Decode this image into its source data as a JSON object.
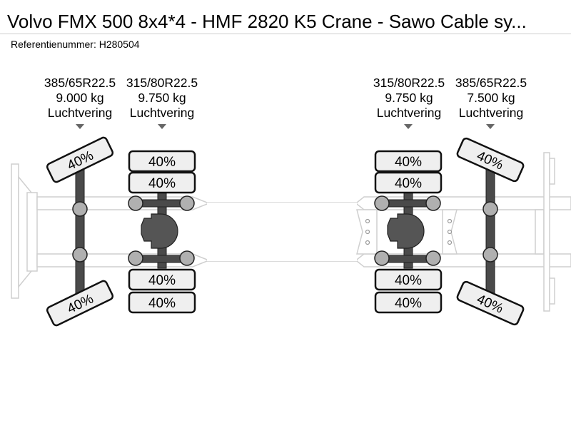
{
  "header": {
    "title": "Volvo FMX 500 8x4*4 - HMF 2820 K5 Crane - Sawo Cable sy...",
    "reference": "Referentienummer: H280504"
  },
  "axles": [
    {
      "tyre": "385/65R22.5",
      "load": "9.000 kg",
      "suspension": "Luchtvering",
      "tyres": [
        "40%",
        "40%"
      ]
    },
    {
      "tyre": "315/80R22.5",
      "load": "9.750 kg",
      "suspension": "Luchtvering",
      "tyres": [
        "40%",
        "40%",
        "40%",
        "40%"
      ]
    },
    {
      "tyre": "315/80R22.5",
      "load": "9.750 kg",
      "suspension": "Luchtvering",
      "tyres": [
        "40%",
        "40%",
        "40%",
        "40%"
      ]
    },
    {
      "tyre": "385/65R22.5",
      "load": "7.500 kg",
      "suspension": "Luchtvering",
      "tyres": [
        "40%",
        "40%"
      ]
    }
  ],
  "colors": {
    "tyre_fill": "#efefef",
    "frame": "#d6d6d6",
    "axle": "#4a4a4a",
    "joint": "#b0b0b0",
    "marker": "#666666"
  }
}
